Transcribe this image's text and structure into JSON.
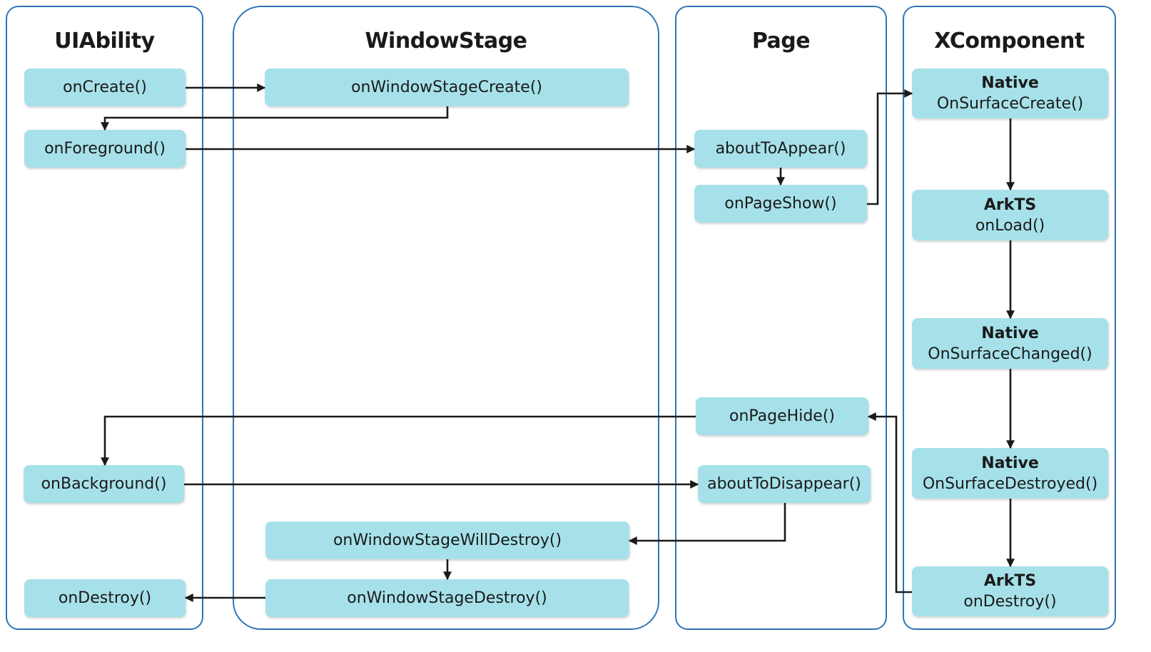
{
  "lanes": {
    "uiability": "UIAbility",
    "windowstage": "WindowStage",
    "page": "Page",
    "xcomponent": "XComponent"
  },
  "uiability": {
    "on_create": "onCreate()",
    "on_foreground": "onForeground()",
    "on_background": "onBackground()",
    "on_destroy": "onDestroy()"
  },
  "windowstage": {
    "on_create": "onWindowStageCreate()",
    "on_will_destroy": "onWindowStageWillDestroy()",
    "on_destroy": "onWindowStageDestroy()"
  },
  "page": {
    "about_to_appear": "aboutToAppear()",
    "on_page_show": "onPageShow()",
    "on_page_hide": "onPageHide()",
    "about_to_disappear": "aboutToDisappear()"
  },
  "xcomponent": {
    "surface_create": {
      "kind": "Native",
      "method": "OnSurfaceCreate()"
    },
    "on_load": {
      "kind": "ArkTS",
      "method": "onLoad()"
    },
    "surface_changed": {
      "kind": "Native",
      "method": "OnSurfaceChanged()"
    },
    "surface_destroyed": {
      "kind": "Native",
      "method": "OnSurfaceDestroyed()"
    },
    "on_destroy": {
      "kind": "ArkTS",
      "method": "onDestroy()"
    }
  },
  "colors": {
    "lane_border": "#2e75b6",
    "node_fill": "#a6e1ea",
    "arrow": "#1a1a1a"
  }
}
